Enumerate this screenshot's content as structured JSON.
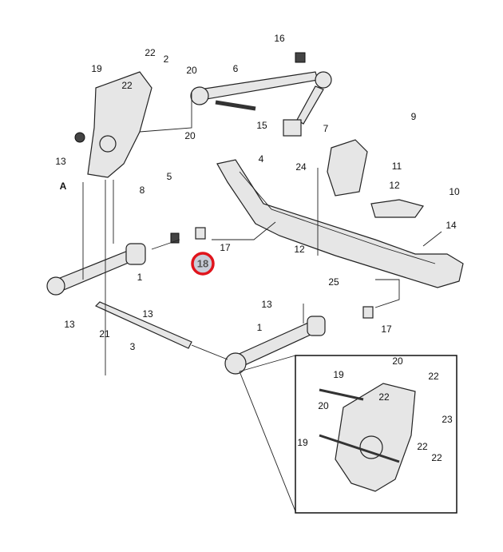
{
  "diagram": {
    "callouts": [
      "22",
      "2",
      "19",
      "20",
      "22",
      "6",
      "16",
      "9",
      "7",
      "15",
      "20",
      "13",
      "5",
      "A",
      "8",
      "4",
      "24",
      "11",
      "12",
      "10",
      "14",
      "17",
      "18",
      "1",
      "12",
      "25",
      "13",
      "13",
      "21",
      "3",
      "13",
      "1",
      "17",
      "20",
      "19",
      "22",
      "22",
      "20",
      "23",
      "19",
      "22",
      "22"
    ],
    "highlighted_callout": "18",
    "highlight_color": "#e0141c",
    "highlight_fill": "#c9cdd8"
  }
}
